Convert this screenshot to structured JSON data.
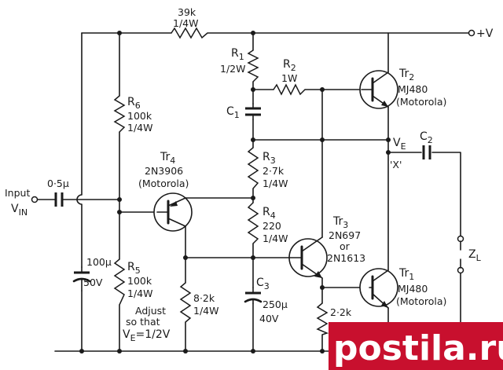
{
  "labels": {
    "r_top_value": "39k",
    "r_top_power": "1/4W",
    "supply": "+V",
    "r1_name": "R",
    "r1_sub": "1",
    "r1_power": "1/2W",
    "r2_name": "R",
    "r2_sub": "2",
    "r2_power": "1W",
    "tr2_name": "Tr",
    "tr2_sub": "2",
    "tr2_part": "MJ480",
    "tr2_maker": "(Motorola)",
    "r6_name": "R",
    "r6_sub": "6",
    "r6_value": "100k",
    "r6_power": "1/4W",
    "c1_name": "C",
    "c1_sub": "1",
    "ve_name": "V",
    "ve_sub": "E",
    "c2_name": "C",
    "c2_sub": "2",
    "x_node": "'X'",
    "r3_name": "R",
    "r3_sub": "3",
    "r3_value": "2·7k",
    "r3_power": "1/4W",
    "tr4_name": "Tr",
    "tr4_sub": "4",
    "tr4_part": "2N3906",
    "tr4_maker": "(Motorola)",
    "input_cap": "0·5µ",
    "input_word": "Input",
    "vin_name": "V",
    "vin_sub": "IN",
    "r4_name": "R",
    "r4_sub": "4",
    "r4_value": "220",
    "r4_power": "1/4W",
    "tr3_name": "Tr",
    "tr3_sub": "3",
    "tr3_part1": "2N697",
    "tr3_or": "or",
    "tr3_part2": "2N1613",
    "zl_name": "Z",
    "zl_sub": "L",
    "c_in_value": "100µ",
    "c_in_voltage": "50V",
    "r5_name": "R",
    "r5_sub": "5",
    "r5_value": "100k",
    "r5_power": "1/4W",
    "tr1_name": "Tr",
    "tr1_sub": "1",
    "tr1_part": "MJ480",
    "tr1_maker": "(Motorola)",
    "r_82k_value": "8·2k",
    "r_82k_power": "1/4W",
    "c3_name": "C",
    "c3_sub": "3",
    "c3_value": "250µ",
    "c3_voltage": "40V",
    "r_22k_value": "2·2k",
    "adjust_line1": "Adjust",
    "adjust_line2": "so that",
    "adjust_line3": "V",
    "adjust_line3_sub": "E",
    "adjust_line3_rest": "=1/2V",
    "watermark": "postila.ru"
  },
  "colors": {
    "ink": "#1a1a1a",
    "background": "#ffffff",
    "watermark_bg": "#c8102e",
    "watermark_text": "#ffffff"
  }
}
